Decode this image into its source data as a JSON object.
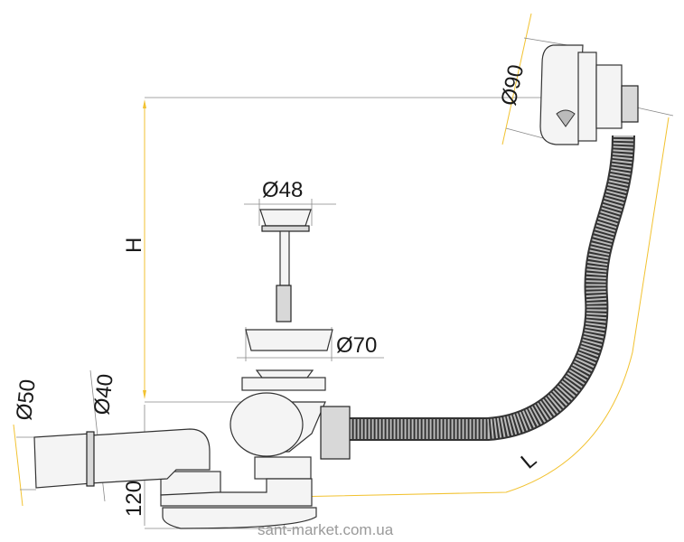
{
  "diagram": {
    "title": "Bath overflow-waste siphon dimensions",
    "labels": {
      "overflow_diameter": "Ø90",
      "plug_diameter": "Ø48",
      "height": "H",
      "strainer_diameter": "Ø70",
      "outlet_outer_diameter": "Ø50",
      "outlet_inner_diameter": "Ø40",
      "trap_height": "120",
      "length": "L"
    },
    "watermark": "sant-market.com.ua",
    "colors": {
      "accent": "#f2c230",
      "line": "#333333"
    }
  }
}
